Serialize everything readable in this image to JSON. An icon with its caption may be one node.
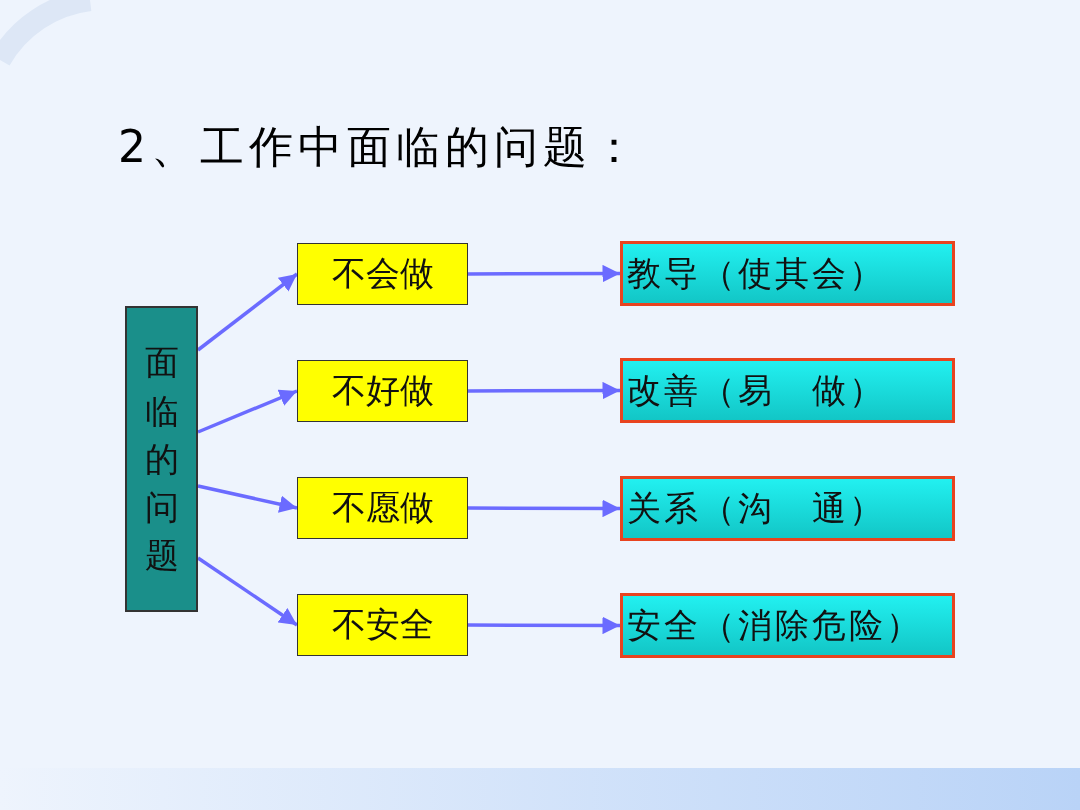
{
  "diagram": {
    "title": "2、工作中面临的问题：",
    "nodes": [
      {
        "text": [
          "面临的问题"
        ]
      },
      {
        "text": [
          "不会做"
        ]
      },
      {
        "text": [
          "不好做"
        ]
      },
      {
        "text": [
          "不愿做"
        ]
      },
      {
        "text": [
          "不安全"
        ]
      },
      {
        "text": [
          "教导（使其会）"
        ]
      },
      {
        "text": [
          "改善（易　做）"
        ]
      },
      {
        "text": [
          "关系（沟　通）"
        ]
      },
      {
        "text": [
          "安全（消除危险）"
        ]
      }
    ],
    "edges": [
      {
        "from": 0,
        "to": 1,
        "arrow": "to"
      },
      {
        "from": 0,
        "to": 2,
        "arrow": "to"
      },
      {
        "from": 0,
        "to": 3,
        "arrow": "to"
      },
      {
        "from": 0,
        "to": 4,
        "arrow": "to"
      },
      {
        "from": 1,
        "to": 5,
        "arrow": "to"
      },
      {
        "from": 2,
        "to": 6,
        "arrow": "to"
      },
      {
        "from": 3,
        "to": 7,
        "arrow": "to"
      },
      {
        "from": 4,
        "to": 8,
        "arrow": "to"
      }
    ]
  }
}
